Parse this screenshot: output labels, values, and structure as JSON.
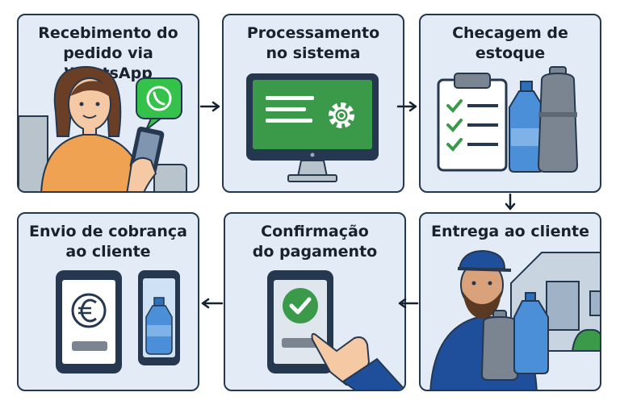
{
  "steps": [
    {
      "id": "step-1",
      "title_lines": [
        "Recebimento do",
        "pedido via WhatsApp"
      ]
    },
    {
      "id": "step-2",
      "title_lines": [
        "Processamento",
        "no sistema"
      ]
    },
    {
      "id": "step-3",
      "title_lines": [
        "Checagem de",
        "estoque"
      ]
    },
    {
      "id": "step-4",
      "title_lines": [
        "Entrega ao cliente"
      ]
    },
    {
      "id": "step-5",
      "title_lines": [
        "Confirmação",
        "do pagamento"
      ]
    },
    {
      "id": "step-6",
      "title_lines": [
        "Envio de cobrança",
        "ao cliente"
      ]
    }
  ],
  "icons": {
    "step-1": [
      "person-icon",
      "smartphone-icon",
      "whatsapp-icon"
    ],
    "step-2": [
      "computer-monitor-icon",
      "gear-icon"
    ],
    "step-3": [
      "clipboard-checklist-icon",
      "water-bottle-icon",
      "gas-cylinder-icon"
    ],
    "step-4": [
      "delivery-man-icon",
      "gas-cylinder-icon",
      "water-bottle-icon",
      "house-icon"
    ],
    "step-5": [
      "smartphone-icon",
      "checkmark-icon",
      "hand-pointer-icon"
    ],
    "step-6": [
      "smartphone-icon",
      "euro-icon",
      "water-bottle-icon"
    ]
  },
  "colors": {
    "card_bg": "#e3ecf6",
    "border": "#25384f",
    "accent_green": "#3a9a4a",
    "whatsapp_green": "#35c24a",
    "bottle_blue": "#4a8fd8",
    "shirt_orange": "#f0a253",
    "uniform_blue": "#1f4f9a",
    "cylinder_gray": "#7b8591"
  },
  "flow": [
    "step-1",
    "step-2",
    "step-3",
    "step-4",
    "step-5",
    "step-6"
  ]
}
